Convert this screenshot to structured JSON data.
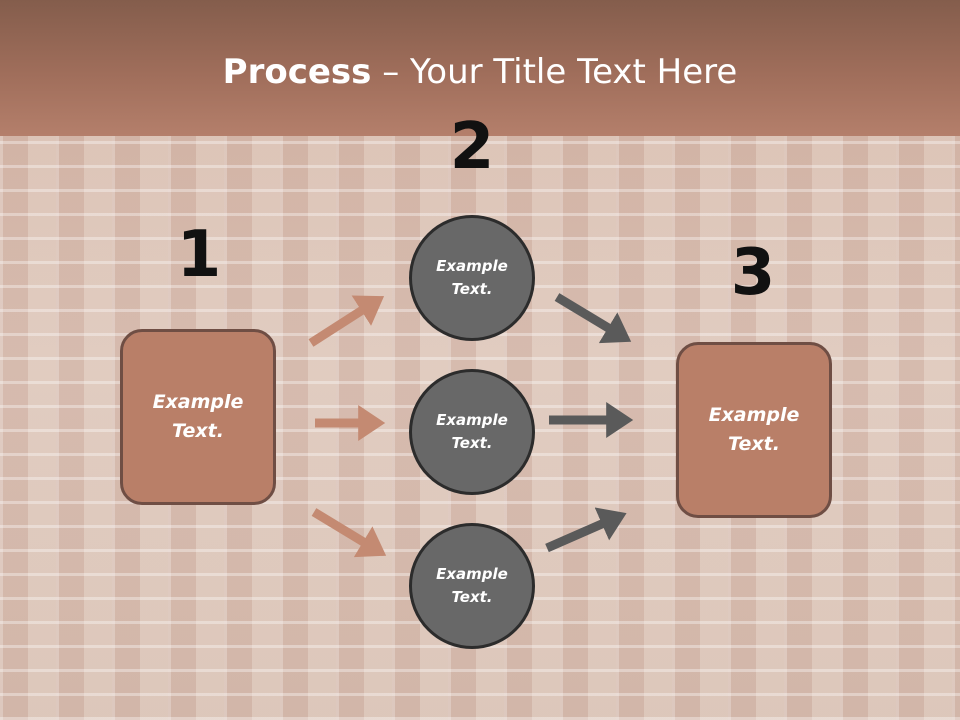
{
  "title": {
    "bold": "Process",
    "separator": " – ",
    "rest": "Your Title Text Here"
  },
  "steps": {
    "one": "1",
    "two": "2",
    "three": "3"
  },
  "left_box": {
    "text": "Example\nText."
  },
  "right_box": {
    "text": "Example\nText."
  },
  "circles": [
    {
      "text": "Example\nText."
    },
    {
      "text": "Example\nText."
    },
    {
      "text": "Example\nText."
    }
  ],
  "colors": {
    "header": "#a06e5b",
    "box": "#b97f68",
    "circle": "#686868",
    "arrow_left": "#c48a72",
    "arrow_right": "#5a5a5a"
  }
}
